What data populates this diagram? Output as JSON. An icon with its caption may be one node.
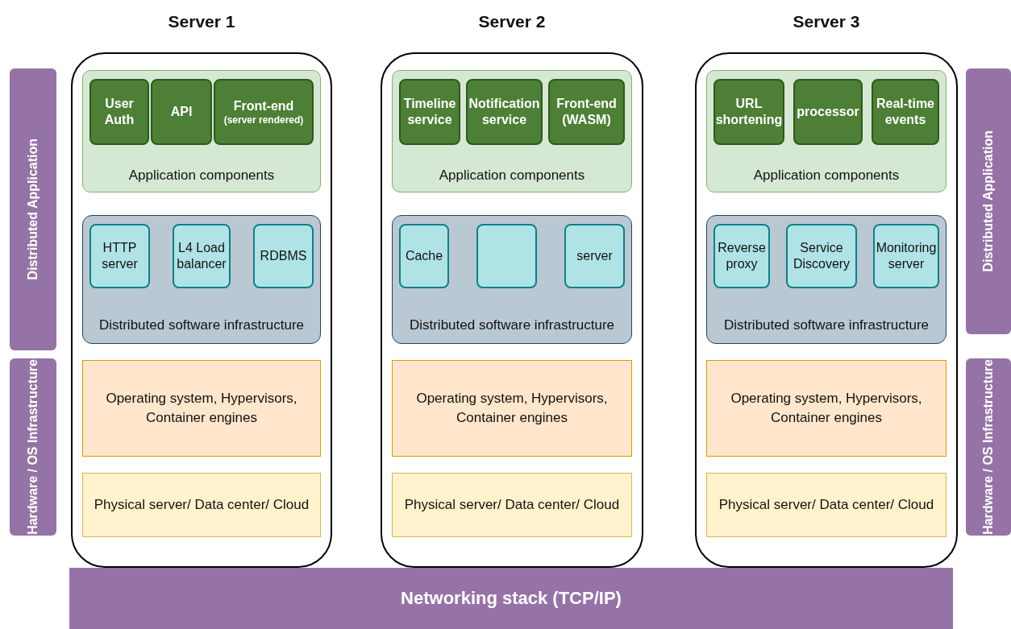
{
  "diagram": {
    "nodes": [
      {
        "text": [
          "Server 1"
        ]
      },
      {
        "text": [
          "Application components"
        ],
        "in": 0
      },
      {
        "text": [
          "User Auth"
        ],
        "in": 1
      },
      {
        "text": [
          "API"
        ],
        "in": 1
      },
      {
        "text": [
          "Front-end",
          "(server rendered)"
        ],
        "in": 1
      },
      {
        "text": [
          "Distributed software infrastructure"
        ],
        "in": 0
      },
      {
        "text": [
          "HTTP server"
        ],
        "in": 5
      },
      {
        "text": [
          "L4 Load balancer"
        ],
        "in": 5
      },
      {
        "text": [
          "RDBMS"
        ],
        "in": 5
      },
      {
        "text": [
          "Operating system, Hypervisors, Container engines"
        ],
        "in": 0
      },
      {
        "text": [
          "Physical server/ Data center/ Cloud"
        ],
        "in": 0
      },
      {
        "text": [
          "Server 2"
        ]
      },
      {
        "text": [
          "Application components"
        ],
        "in": 11
      },
      {
        "text": [
          "Timeline service"
        ],
        "in": 12
      },
      {
        "text": [
          "Notification service"
        ],
        "in": 12
      },
      {
        "text": [
          "Front-end (WASM)"
        ],
        "in": 12
      },
      {
        "text": [
          "Distributed software infrastructure"
        ],
        "in": 11
      },
      {
        "text": [
          "Cache"
        ],
        "in": 16
      },
      {
        "text": [],
        "shape": "box",
        "in": 16
      },
      {
        "text": [
          "server"
        ],
        "in": 16
      },
      {
        "text": [
          "Operating system, Hypervisors, Container engines"
        ],
        "in": 11
      },
      {
        "text": [
          "Physical server/ Data center/ Cloud"
        ],
        "in": 11
      },
      {
        "text": [
          "Server 3"
        ]
      },
      {
        "text": [
          "Application components"
        ],
        "in": 22
      },
      {
        "text": [
          "URL shortening"
        ],
        "in": 23
      },
      {
        "text": [
          "processor"
        ],
        "in": 23
      },
      {
        "text": [
          "Real-time events"
        ],
        "in": 23
      },
      {
        "text": [
          "Distributed software infrastructure"
        ],
        "in": 22
      },
      {
        "text": [
          "Reverse proxy"
        ],
        "in": 27
      },
      {
        "text": [
          "Service Discovery"
        ],
        "in": 27
      },
      {
        "text": [
          "Monitoring server"
        ],
        "in": 27
      },
      {
        "text": [
          "Operating system, Hypervisors, Container engines"
        ],
        "in": 22
      },
      {
        "text": [
          "Physical server/ Data center/ Cloud"
        ],
        "in": 22
      },
      {
        "text": [
          "Distributed Application"
        ]
      },
      {
        "text": [
          "Hardware / OS Infrastructure"
        ]
      },
      {
        "text": [
          "Distributed Application"
        ]
      },
      {
        "text": [
          "Hardware / OS Infrastructure"
        ]
      },
      {
        "text": [
          "Networking stack (TCP/IP)"
        ]
      }
    ]
  }
}
